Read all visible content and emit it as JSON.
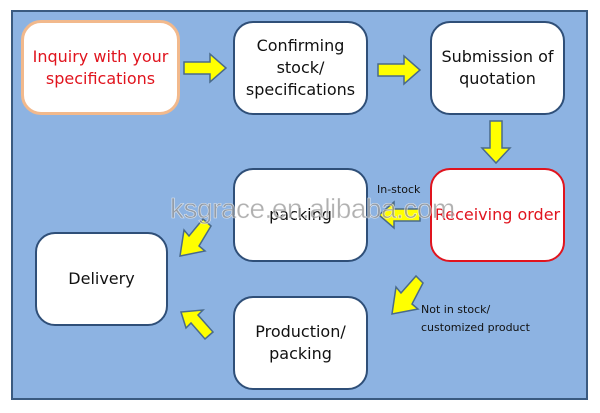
{
  "steps": {
    "inquiry": "Inquiry with your specifications",
    "confirming": "Confirming stock/ specifications",
    "submission": "Submission of quotation",
    "receiving": "Receiving order",
    "packing": "packing",
    "production": "Production/ packing",
    "delivery": "Delivery"
  },
  "labels": {
    "in_stock": "In-stock",
    "not_in_stock": "Not in stock/ customized product"
  },
  "watermark": "ksgrace.en.alibaba.com",
  "colors": {
    "background": "#8db3e2",
    "arrow": "#ffff00",
    "highlight_text": "#e0141e"
  }
}
